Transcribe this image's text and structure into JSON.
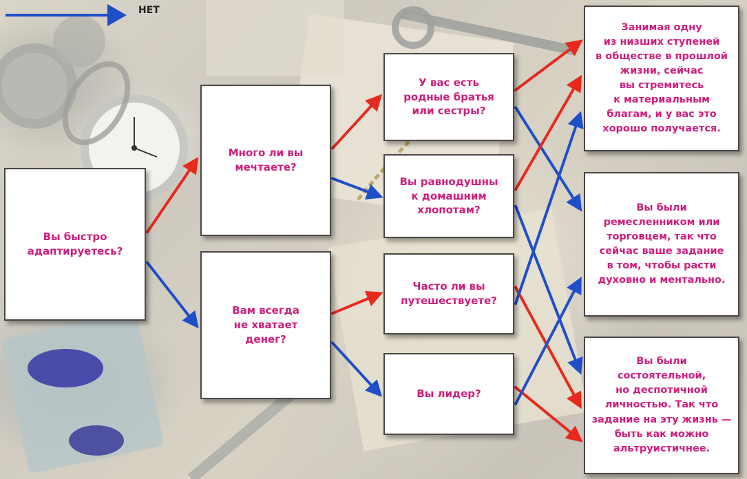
{
  "legend": {
    "no_label": "НЕТ",
    "no_color": "#1f4fc8",
    "yes_color": "#e8291d"
  },
  "colors": {
    "text": "#cc1f7d",
    "box_border": "#4a4646"
  },
  "questions": {
    "q1": "Вы быстро\nадаптируетесь?",
    "q2": "Много ли вы\nмечтаете?",
    "q3": "Вам всегда\nне хватает\nденег?",
    "q4": "У вас есть\nродные братья\nили сестры?",
    "q5": "Вы равнодушны\nк домашним\nхлопотам?",
    "q6": "Часто ли вы\nпутешествуете?",
    "q7": "Вы лидер?"
  },
  "results": {
    "r1": "Занимая одну\nиз низших ступеней\nв обществе в прошлой\nжизни, сейчас\nвы стремитесь\nк материальным\nблагам, и у вас это\nхорошо получается.",
    "r2": "Вы были\nремесленником или\nторговцем, так что\nсейчас ваше задание\nв том, чтобы расти\nдуховно и ментально.",
    "r3": "Вы были\nсостоятельной,\nно деспотичной\nличностью. Так что\nзадание на эту жизнь —\nбыть как можно\nальтруистичнее."
  },
  "connections": [
    {
      "from": "q1",
      "to": "q2",
      "type": "yes"
    },
    {
      "from": "q1",
      "to": "q3",
      "type": "no"
    },
    {
      "from": "q2",
      "to": "q4",
      "type": "yes"
    },
    {
      "from": "q2",
      "to": "q5",
      "type": "no"
    },
    {
      "from": "q3",
      "to": "q6",
      "type": "yes"
    },
    {
      "from": "q3",
      "to": "q7",
      "type": "no"
    },
    {
      "from": "q4",
      "to": "r1",
      "type": "yes"
    },
    {
      "from": "q4",
      "to": "r2",
      "type": "no"
    },
    {
      "from": "q5",
      "to": "r1",
      "type": "yes"
    },
    {
      "from": "q5",
      "to": "r3",
      "type": "no"
    },
    {
      "from": "q6",
      "to": "r3",
      "type": "yes"
    },
    {
      "from": "q6",
      "to": "r1",
      "type": "no"
    },
    {
      "from": "q7",
      "to": "r3",
      "type": "yes"
    },
    {
      "from": "q7",
      "to": "r2",
      "type": "no"
    }
  ]
}
